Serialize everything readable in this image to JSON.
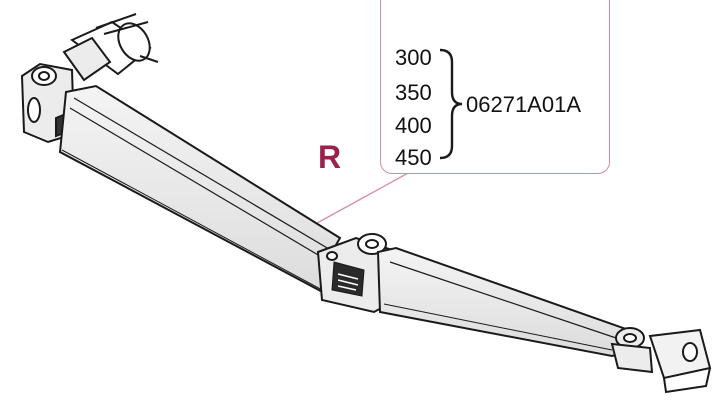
{
  "side_label": "R",
  "sizes": [
    "300",
    "350",
    "400",
    "450"
  ],
  "part_number": "06271A01A",
  "colors": {
    "accent": "#9c1f4d",
    "callout_border": "#d98aa8",
    "line": "#1a1a1a"
  },
  "icons": [
    "awning-arm-drawing",
    "curly-brace-icon",
    "fiamma-logo-plate"
  ]
}
